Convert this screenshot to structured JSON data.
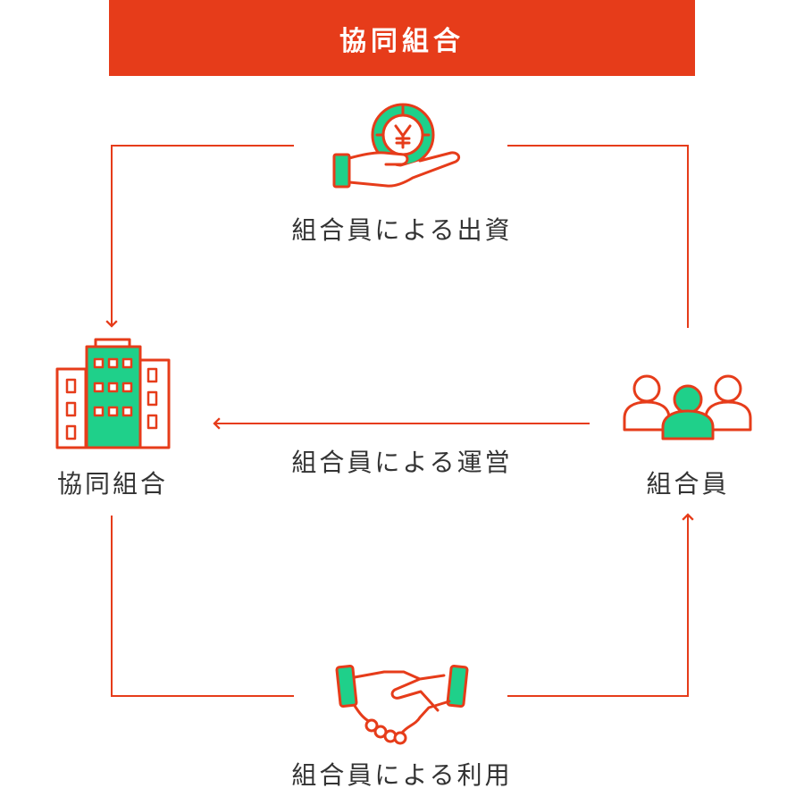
{
  "header": {
    "title": "協同組合"
  },
  "nodes": {
    "cooperative": {
      "label": "協同組合",
      "icon": "building-icon"
    },
    "members": {
      "label": "組合員",
      "icon": "people-icon"
    }
  },
  "flows": {
    "investment": {
      "label": "組合員による出資",
      "icon": "yen-coin-hand-icon"
    },
    "management": {
      "label": "組合員による運営"
    },
    "usage": {
      "label": "組合員による利用",
      "icon": "handshake-icon"
    }
  },
  "colors": {
    "accent": "#e63c1a",
    "green": "#1fd08a",
    "text": "#333333",
    "background": "#ffffff"
  }
}
